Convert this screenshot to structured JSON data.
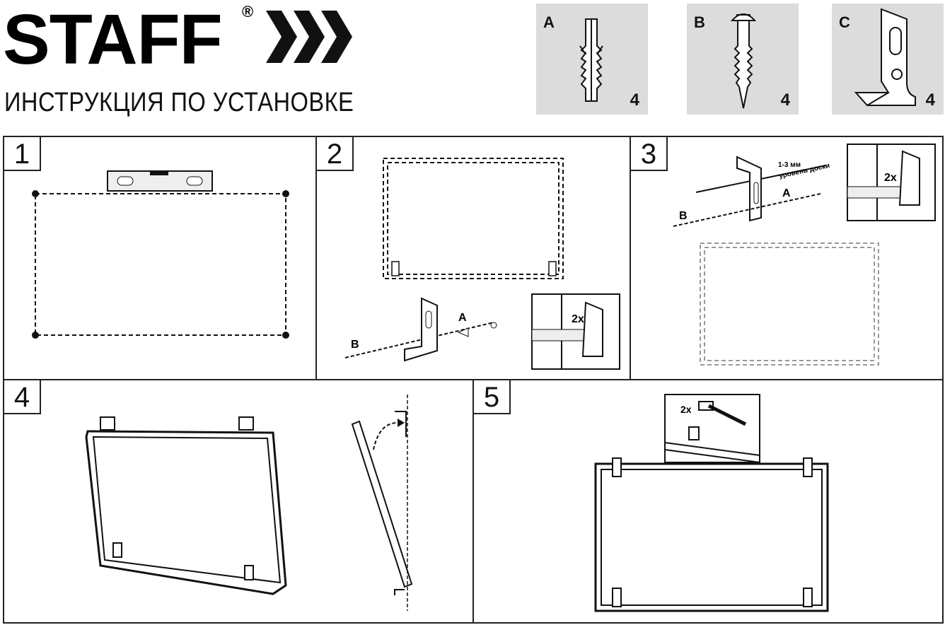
{
  "header": {
    "brand": "STAFF",
    "registered": "®",
    "subtitle": "ИНСТРУКЦИЯ ПО УСТАНОВКЕ"
  },
  "parts": [
    {
      "letter": "A",
      "name": "dowel",
      "qty": "4"
    },
    {
      "letter": "B",
      "name": "screw",
      "qty": "4"
    },
    {
      "letter": "C",
      "name": "bracket",
      "qty": "4"
    }
  ],
  "steps": [
    {
      "number": "1"
    },
    {
      "number": "2",
      "label_a": "A",
      "label_b": "B",
      "multiplier": "2x"
    },
    {
      "number": "3",
      "label_a": "A",
      "label_b": "B",
      "multiplier": "2x",
      "gap": "1-3 мм",
      "level": "уровень доски"
    },
    {
      "number": "4"
    },
    {
      "number": "5",
      "multiplier": "2x"
    }
  ]
}
